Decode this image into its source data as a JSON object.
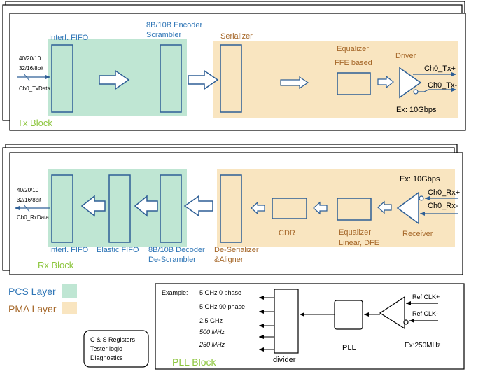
{
  "tx": {
    "block_label": "Tx Block",
    "interf_fifo": "Interf. FIFO",
    "encoder_line1": "8B/10B Encoder",
    "encoder_line2": "Scrambler",
    "serializer": "Serializer",
    "equalizer_line1": "Equalizer",
    "equalizer_line2": "FFE based",
    "driver": "Driver",
    "out_pos": "Ch0_Tx+",
    "out_neg": "Ch0_Tx-",
    "rate": "Ex: 10Gbps",
    "in_width_line1": "40/20/10",
    "in_width_line2": "32/16/8bit",
    "in_data": "Ch0_TxData"
  },
  "rx": {
    "block_label": "Rx Block",
    "interf_fifo": "Interf. FIFO",
    "elastic_fifo": "Elastic FIFO",
    "decoder_line1": "8B/10B Decoder",
    "decoder_line2": "De-Scrambler",
    "deserializer_line1": "De-Serializer",
    "deserializer_line2": "&Aligner",
    "cdr": "CDR",
    "equalizer_line1": "Equalizer",
    "equalizer_line2": "Linear, DFE",
    "receiver": "Receiver",
    "in_pos": "Ch0_Rx+",
    "in_neg": "Ch0_Rx-",
    "rate": "Ex: 10Gbps",
    "out_width_line1": "40/20/10",
    "out_width_line2": "32/16/8bit",
    "out_data": "Ch0_RxData"
  },
  "legend": {
    "pcs": "PCS Layer",
    "pma": "PMA Layer",
    "pcs_color": "#bfe6d3",
    "pma_color": "#f9e5c0"
  },
  "misc_box": {
    "line1": "C & S Registers",
    "line2": "Tester logic",
    "line3": "Diagnostics"
  },
  "pll": {
    "block_label": "PLL Block",
    "example_label": "Example:",
    "outputs": [
      "5 GHz 0   phase",
      "5 GHz 90 phase",
      "2.5 GHz",
      "500 MHz",
      "250 MHz"
    ],
    "divider": "divider",
    "pll": "PLL",
    "ref_pos": "Ref CLK+",
    "ref_neg": "Ref CLK-",
    "ref_rate": "Ex:250MHz"
  },
  "colors": {
    "box_stroke": "#2e5f96",
    "label_blue": "#2e75b6",
    "label_orange": "#a6682a",
    "label_green": "#8dc63f",
    "arrow_fill": "#ffffff"
  }
}
